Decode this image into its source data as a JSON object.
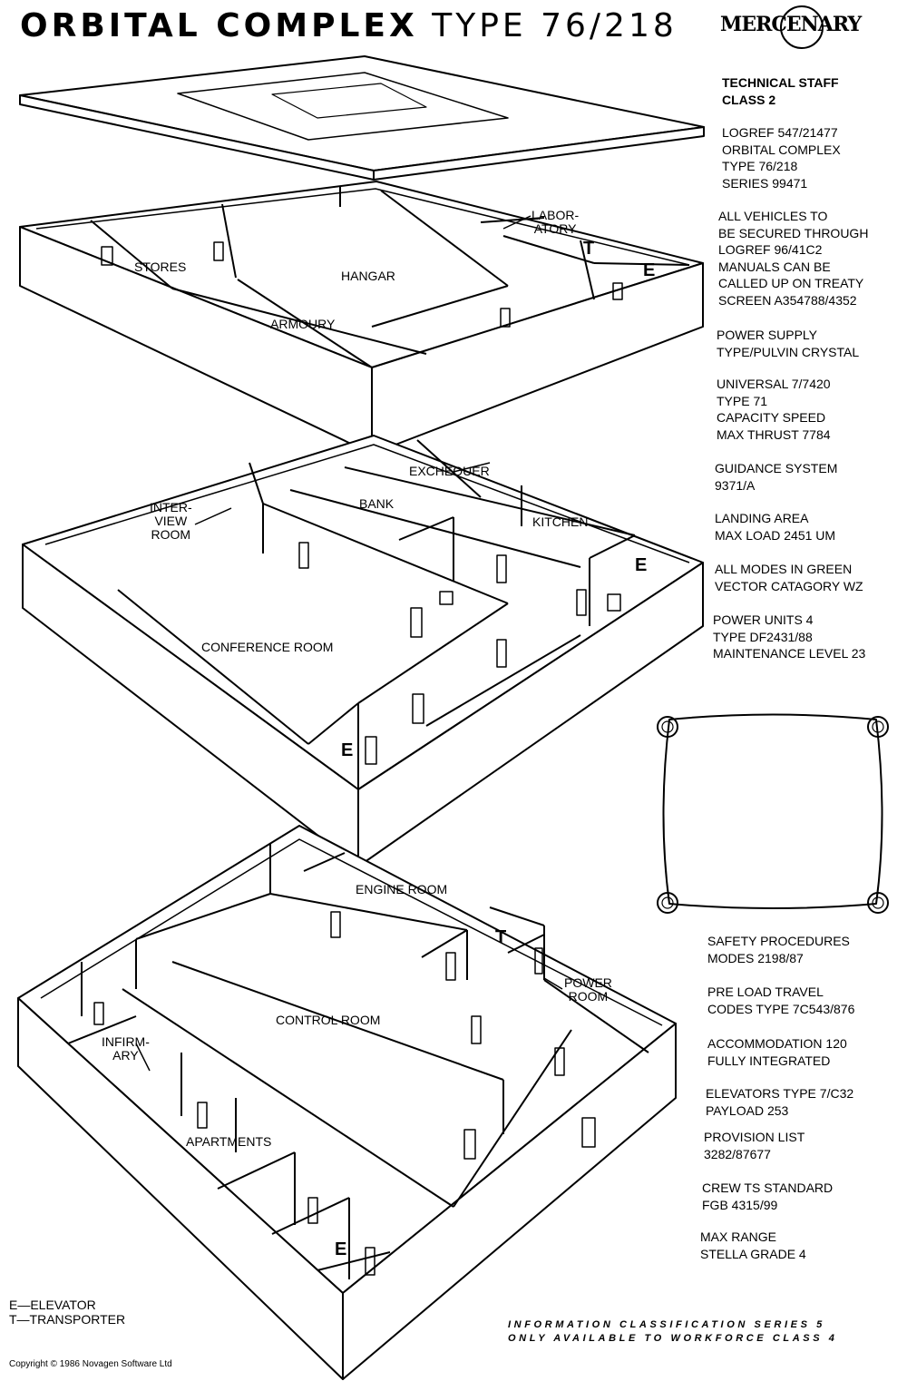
{
  "title": {
    "bold": "ORBITAL COMPLEX",
    "light": "TYPE 76/218"
  },
  "logo": {
    "text": "MERCENARY"
  },
  "specs": [
    "TECHNICAL STAFF\nCLASS 2",
    "LOGREF 547/21477\nORBITAL COMPLEX\nTYPE 76/218\nSERIES 99471",
    "ALL VEHICLES TO\nBE SECURED THROUGH\nLOGREF 96/41C2\nMANUALS CAN BE\nCALLED UP ON TREATY\nSCREEN A354788/4352",
    "POWER SUPPLY\nTYPE/PULVIN CRYSTAL",
    "UNIVERSAL 7/7420\nTYPE  71\nCAPACITY SPEED\nMAX THRUST 7784",
    "GUIDANCE SYSTEM\n9371/A",
    "LANDING AREA\nMAX LOAD 2451 UM",
    "ALL MODES IN GREEN\nVECTOR CATAGORY WZ",
    "POWER UNITS 4\nTYPE DF2431/88\nMAINTENANCE LEVEL 23",
    "SAFETY PROCEDURES\nMODES 2198/87",
    "PRE LOAD TRAVEL\nCODES TYPE 7C543/876",
    "ACCOMMODATION 120\nFULLY INTEGRATED",
    "ELEVATORS TYPE 7/C32\nPAYLOAD 253",
    "PROVISION LIST\n3282/87677",
    "CREW TS STANDARD\nFGB 4315/99",
    "MAX RANGE\nSTELLA GRADE 4"
  ],
  "rooms": {
    "stores": "STORES",
    "hangar": "HANGAR",
    "armoury": "ARMOURY",
    "laboratory": "LABOR-\nATORY",
    "exchequer": "EXCHEQUER",
    "bank": "BANK",
    "kitchen": "KITCHEN",
    "interview": "INTER-\nVIEW\nROOM",
    "conference": "CONFERENCE ROOM",
    "engine": "ENGINE ROOM",
    "power": "POWER\nROOM",
    "control": "CONTROL ROOM",
    "infirmary": "INFIRM-\nARY",
    "apartments": "APARTMENTS"
  },
  "markers": {
    "elevator": "E",
    "transporter": "T"
  },
  "legend": "E—ELEVATOR\nT—TRANSPORTER",
  "classification": [
    "INFORMATION CLASSIFICATION SERIES 5",
    "ONLY AVAILABLE TO WORKFORCE CLASS 4"
  ],
  "copyright": "Copyright © 1986 Novagen Software Ltd"
}
